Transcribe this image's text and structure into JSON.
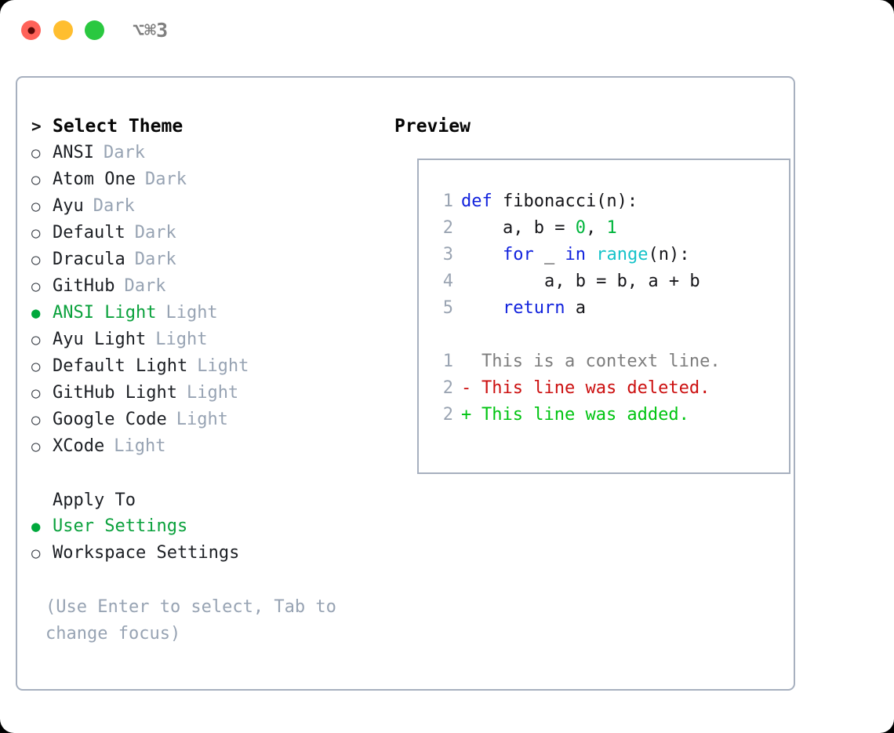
{
  "titlebar": {
    "shortcut": "⌥⌘3",
    "buttons": [
      {
        "name": "close",
        "color": "#ff6259"
      },
      {
        "name": "minimize",
        "color": "#ffbe2f"
      },
      {
        "name": "maximize",
        "color": "#2ac840"
      }
    ]
  },
  "theme_panel": {
    "header": {
      "marker": "›",
      "label": "Select Theme"
    },
    "items": [
      {
        "marker": "○",
        "selected": false,
        "label": "ANSI",
        "suffix": "Dark"
      },
      {
        "marker": "○",
        "selected": false,
        "label": "Atom One",
        "suffix": "Dark"
      },
      {
        "marker": "○",
        "selected": false,
        "label": "Ayu",
        "suffix": "Dark"
      },
      {
        "marker": "○",
        "selected": false,
        "label": "Default",
        "suffix": "Dark"
      },
      {
        "marker": "○",
        "selected": false,
        "label": "Dracula",
        "suffix": "Dark"
      },
      {
        "marker": "○",
        "selected": false,
        "label": "GitHub",
        "suffix": "Dark"
      },
      {
        "marker": "●",
        "selected": true,
        "label": "ANSI Light",
        "suffix": "Light"
      },
      {
        "marker": "○",
        "selected": false,
        "label": "Ayu Light",
        "suffix": "Light"
      },
      {
        "marker": "○",
        "selected": false,
        "label": "Default Light",
        "suffix": "Light"
      },
      {
        "marker": "○",
        "selected": false,
        "label": "GitHub Light",
        "suffix": "Light"
      },
      {
        "marker": "○",
        "selected": false,
        "label": "Google Code",
        "suffix": "Light"
      },
      {
        "marker": "○",
        "selected": false,
        "label": "XCode",
        "suffix": "Light"
      }
    ]
  },
  "apply_to": {
    "header": "Apply To",
    "items": [
      {
        "marker": "●",
        "selected": true,
        "label": "User Settings"
      },
      {
        "marker": "○",
        "selected": false,
        "label": "Workspace Settings"
      }
    ]
  },
  "hint": "(Use Enter to select, Tab to change focus)",
  "preview": {
    "title": "Preview",
    "code_lines": [
      {
        "lineno": "1",
        "tokens": [
          {
            "text": "def ",
            "type": "kw"
          },
          {
            "text": "fibonacci(n):",
            "type": "txt"
          }
        ]
      },
      {
        "lineno": "2",
        "tokens": [
          {
            "text": "    a, b = ",
            "type": "txt"
          },
          {
            "text": "0",
            "type": "num"
          },
          {
            "text": ", ",
            "type": "txt"
          },
          {
            "text": "1",
            "type": "num"
          }
        ]
      },
      {
        "lineno": "3",
        "tokens": [
          {
            "text": "    ",
            "type": "txt"
          },
          {
            "text": "for",
            "type": "kw"
          },
          {
            "text": " _ ",
            "type": "txt"
          },
          {
            "text": "in",
            "type": "kw"
          },
          {
            "text": " ",
            "type": "txt"
          },
          {
            "text": "range",
            "type": "bi"
          },
          {
            "text": "(n):",
            "type": "txt"
          }
        ]
      },
      {
        "lineno": "4",
        "tokens": [
          {
            "text": "        a, b = b, a + b",
            "type": "txt"
          }
        ]
      },
      {
        "lineno": "5",
        "tokens": [
          {
            "text": "    ",
            "type": "txt"
          },
          {
            "text": "return",
            "type": "kw"
          },
          {
            "text": " a",
            "type": "txt"
          }
        ]
      }
    ],
    "diff_lines": [
      {
        "lineno": "1",
        "mark": " ",
        "text": "This is a context line.",
        "kind": "ctx"
      },
      {
        "lineno": "2",
        "mark": "-",
        "text": "This line was deleted.",
        "kind": "del"
      },
      {
        "lineno": "2",
        "mark": "+",
        "text": "This line was added.",
        "kind": "add"
      }
    ]
  },
  "colors": {
    "accent_green": "#0aa13c",
    "muted": "#97a3b3",
    "border": "#a7b0bf",
    "keyword": "#1122dd",
    "builtin": "#15c3c9",
    "number": "#00b53c",
    "diff_delete": "#cc1010",
    "diff_add": "#00c411"
  }
}
